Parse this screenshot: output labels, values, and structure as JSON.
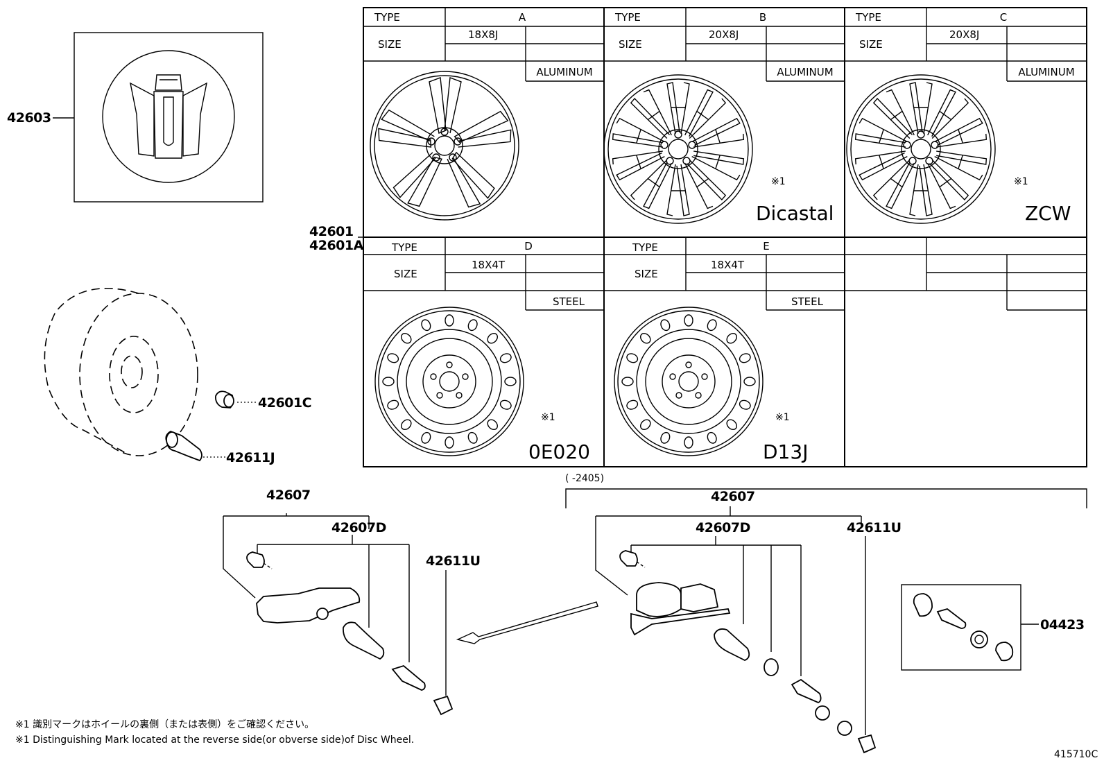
{
  "parts": {
    "p42603": "42603",
    "p42601": "42601",
    "p42601A": "42601A",
    "p42601C": "42601C",
    "p42611J": "42611J",
    "p42607_left": "42607",
    "p42607D_left": "42607D",
    "p42611U_left": "42611U",
    "p42607_right": "42607",
    "p42607D_right": "42607D",
    "p42611U_right": "42611U",
    "p04423": "04423"
  },
  "table": {
    "type_label": "TYPE",
    "size_label": "SIZE",
    "cells": [
      {
        "type": "A",
        "size": "18X8J",
        "material": "ALUMINUM",
        "mark": "",
        "code": ""
      },
      {
        "type": "B",
        "size": "20X8J",
        "material": "ALUMINUM",
        "mark": "※1",
        "code": "Dicastal"
      },
      {
        "type": "C",
        "size": "20X8J",
        "material": "ALUMINUM",
        "mark": "※1",
        "code": "ZCW"
      },
      {
        "type": "D",
        "size": "18X4T",
        "material": "STEEL",
        "mark": "※1",
        "code": "0E020"
      },
      {
        "type": "E",
        "size": "18X4T",
        "material": "STEEL",
        "mark": "※1",
        "code": "D13J"
      }
    ]
  },
  "range_label": "(        -2405)",
  "notes": {
    "jp": "※1 識別マークはホイールの裏側（または表側）をご確認ください。",
    "en": "※1 Distinguishing Mark located at the reverse side(or obverse side)of Disc Wheel."
  },
  "diagram_id": "415710C"
}
